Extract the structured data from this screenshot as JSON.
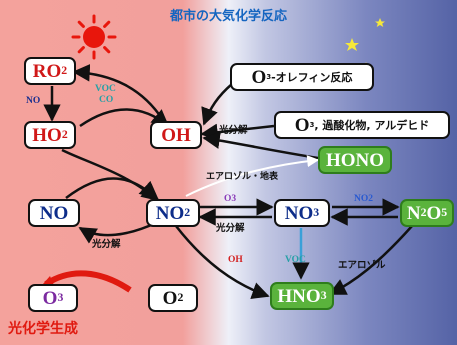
{
  "title": "都市の大気化学反応",
  "colors": {
    "day_bg": "#f19a94",
    "night_bg": "#5d6ba8",
    "accent_red": "#e01a10",
    "green_box": "#5ab33c",
    "navy_text": "#0d2d8a",
    "purple_text": "#7b2aa0"
  },
  "icons": {
    "sun": "sun-icon",
    "moon": "crescent-moon-icon",
    "stars": "star-icons"
  },
  "nodes": {
    "ro2": {
      "main": "RO",
      "sub": "2"
    },
    "ho2": {
      "main": "HO",
      "sub": "2"
    },
    "oh": {
      "main": "OH"
    },
    "no": {
      "main": "NO"
    },
    "no2": {
      "main": "NO",
      "sub": "2"
    },
    "o3": {
      "main": "O",
      "sub": "3"
    },
    "o2": {
      "main": "O",
      "sub": "2"
    },
    "o3_olefin": {
      "main": "O",
      "sub": "3",
      "suffix": "-オレフィン反応"
    },
    "o3_peroxide": {
      "main": "O",
      "sub": "3",
      "suffix": ", 過酸化物, アルデヒド"
    },
    "hono": {
      "main": "HONO"
    },
    "no3": {
      "main": "NO",
      "sub": "3"
    },
    "n2o5": {
      "a": "N",
      "a_sub": "2",
      "b": "O",
      "b_sub": "5"
    },
    "hno3": {
      "main": "HNO",
      "sub": "3"
    }
  },
  "labels": {
    "no_arrow": "NO",
    "voc": "VOC",
    "co": "CO",
    "photolysis_oh": "光分解",
    "aerosol_surface": "エアロゾル・地表",
    "o3_arrow": "O3",
    "photolysis_no3": "光分解",
    "no2_arrow": "NO2",
    "oh_arrow": "OH",
    "voc_hno3": "VOC",
    "aerosol": "エアロゾル",
    "photolysis_no2": "光分解"
  },
  "formation_label": "光化学生成"
}
